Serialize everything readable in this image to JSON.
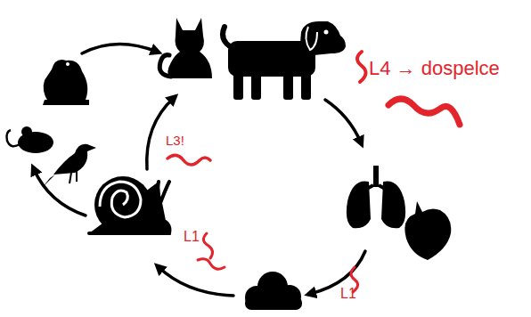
{
  "diagram": {
    "labels": [
      "L4 → dospelce",
      "L3!",
      "L1",
      "L1"
    ]
  }
}
